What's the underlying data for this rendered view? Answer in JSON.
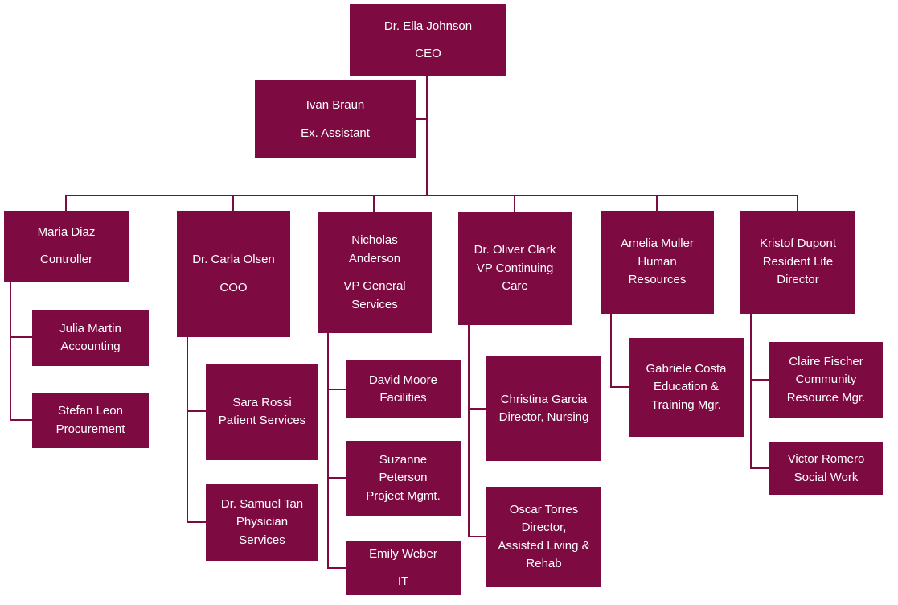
{
  "colors": {
    "box": "#7D0B42",
    "line": "#7D0B42",
    "text": "#FFFFFF",
    "background": "#FFFFFF"
  },
  "org": {
    "ceo": {
      "name": "Dr. Ella Johnson",
      "title": "CEO"
    },
    "assistant": {
      "name": "Ivan Braun",
      "title": "Ex. Assistant"
    },
    "branches": [
      {
        "head": {
          "name": "Maria Diaz",
          "title": "Controller"
        },
        "reports": [
          {
            "name": "Julia Martin",
            "title": "Accounting"
          },
          {
            "name": "Stefan Leon",
            "title": "Procurement"
          }
        ]
      },
      {
        "head": {
          "name": "Dr. Carla Olsen",
          "title": "COO"
        },
        "reports": [
          {
            "name": "Sara Rossi",
            "title": "Patient Services"
          },
          {
            "name": "Dr. Samuel Tan",
            "title": "Physician Services"
          }
        ]
      },
      {
        "head": {
          "name": "Nicholas Anderson",
          "title": "VP General Services"
        },
        "reports": [
          {
            "name": "David Moore",
            "title": "Facilities"
          },
          {
            "name": "Suzanne Peterson",
            "title": "Project Mgmt."
          },
          {
            "name": "Emily Weber",
            "title": "IT"
          }
        ]
      },
      {
        "head": {
          "name": "Dr. Oliver Clark",
          "title": "VP Continuing Care"
        },
        "reports": [
          {
            "name": "Christina Garcia",
            "title": "Director, Nursing"
          },
          {
            "name": "Oscar Torres",
            "title": "Director, Assisted Living & Rehab"
          }
        ]
      },
      {
        "head": {
          "name": "Amelia Muller",
          "title": "Human Resources"
        },
        "reports": [
          {
            "name": "Gabriele Costa",
            "title": "Education & Training Mgr."
          }
        ]
      },
      {
        "head": {
          "name": "Kristof Dupont",
          "title": "Resident Life Director"
        },
        "reports": [
          {
            "name": "Claire Fischer",
            "title": "Community Resource Mgr."
          },
          {
            "name": "Victor Romero",
            "title": "Social Work"
          }
        ]
      }
    ]
  }
}
